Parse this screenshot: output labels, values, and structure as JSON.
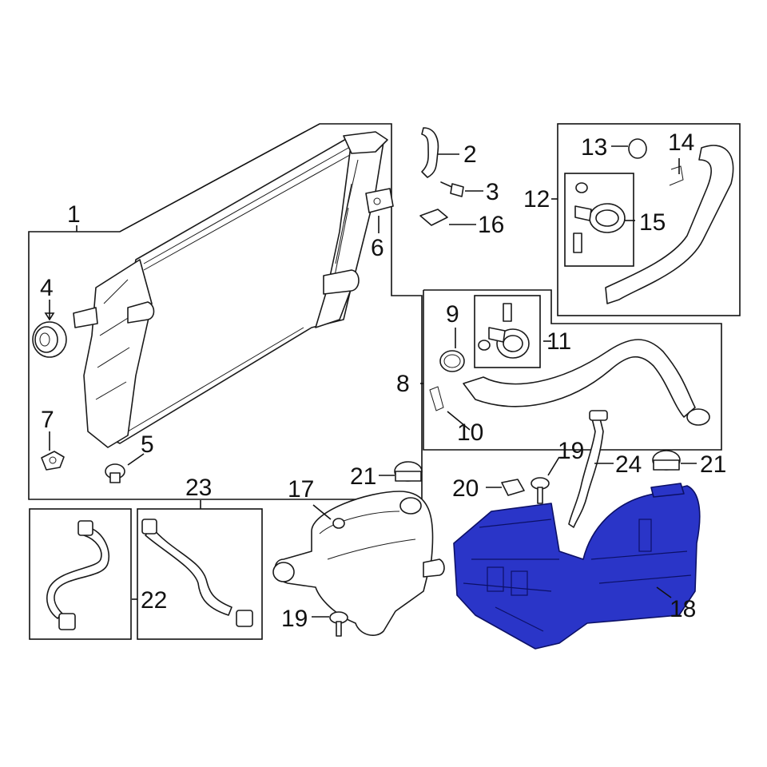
{
  "diagram": {
    "highlight_color": "#2a35c8",
    "callouts": {
      "c1": "1",
      "c2": "2",
      "c3": "3",
      "c4": "4",
      "c5": "5",
      "c6": "6",
      "c7": "7",
      "c8": "8",
      "c9": "9",
      "c10": "10",
      "c11": "11",
      "c12": "12",
      "c13": "13",
      "c14": "14",
      "c15": "15",
      "c16": "16",
      "c17": "17",
      "c18": "18",
      "c19a": "19",
      "c19b": "19",
      "c20": "20",
      "c21a": "21",
      "c21b": "21",
      "c22": "22",
      "c23": "23",
      "c24": "24"
    }
  }
}
